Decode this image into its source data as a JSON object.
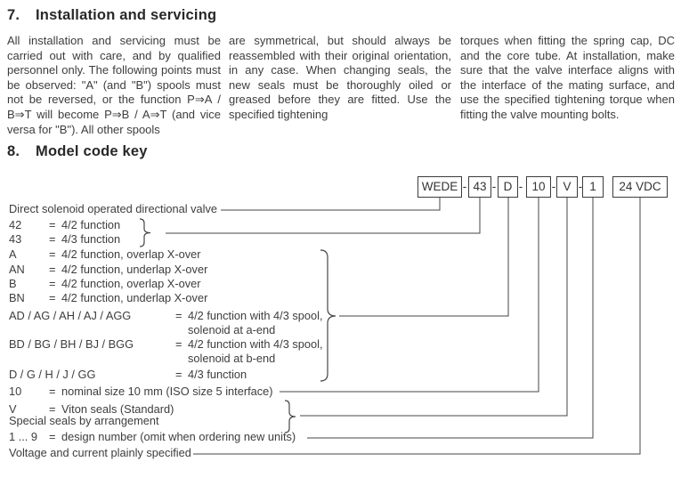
{
  "section7": {
    "number": "7.",
    "title": "Installation and servicing",
    "columns": [
      "All installation and servicing  must be carried out with care, and by qualified personnel only. The following points must be observed: \"A\" (and \"B\") spools must not be reversed, or the function P⇒A / B⇒T will become P⇒B / A⇒T (and vice versa for \"B\"). All other spools",
      "are symmetrical, but should always be reassembled with their original orientation, in any case. When changing seals, the new seals must be thoroughly oiled or greased before they are fitted. Use the specified tightening",
      "torques when fitting the spring cap, DC and the core tube. At installation, make sure that the valve interface aligns with the interface of the mating surface, and use the specified tightening torque when fitting the valve mounting bolts."
    ]
  },
  "section8": {
    "number": "8.",
    "title": "Model code key",
    "separator": "-",
    "code_boxes": [
      {
        "label": "WEDE"
      },
      {
        "label": "43"
      },
      {
        "label": "D"
      },
      {
        "label": "10"
      },
      {
        "label": "V"
      },
      {
        "label": "1"
      },
      {
        "label": "24 VDC"
      }
    ],
    "rows": [
      {
        "label": "Direct solenoid operated directional valve"
      },
      {
        "code": "42",
        "eq": "=",
        "desc": "4/2 function"
      },
      {
        "code": "43",
        "eq": "=",
        "desc": "4/3 function"
      },
      {
        "code": "A",
        "eq": "=",
        "desc": "4/2 function, overlap X-over"
      },
      {
        "code": "AN",
        "eq": "=",
        "desc": "4/2 function, underlap X-over"
      },
      {
        "code": "B",
        "eq": "=",
        "desc": "4/2 function, overlap X-over"
      },
      {
        "code": "BN",
        "eq": "=",
        "desc": "4/2 function, underlap X-over"
      },
      {
        "code": "AD / AG / AH / AJ / AGG",
        "eq": "=",
        "desc": "4/2 function with 4/3 spool,",
        "desc2": "solenoid at a-end"
      },
      {
        "code": "BD / BG / BH / BJ / BGG",
        "eq": "=",
        "desc": "4/2 function with 4/3 spool,",
        "desc2": "solenoid at b-end"
      },
      {
        "code": "D / G / H / J / GG",
        "eq": "=",
        "desc": "4/3 function"
      },
      {
        "code": "10",
        "eq": "=",
        "desc": "nominal size 10 mm (ISO size 5 interface)"
      },
      {
        "code": "V",
        "eq": "=",
        "desc": "Viton seals (Standard)"
      },
      {
        "label": "Special seals by arrangement"
      },
      {
        "code": "1 ... 9",
        "eq": "=",
        "desc": "design number (omit when ordering new units)"
      },
      {
        "label": "Voltage and current plainly specified"
      }
    ],
    "line_color": "#454545"
  }
}
